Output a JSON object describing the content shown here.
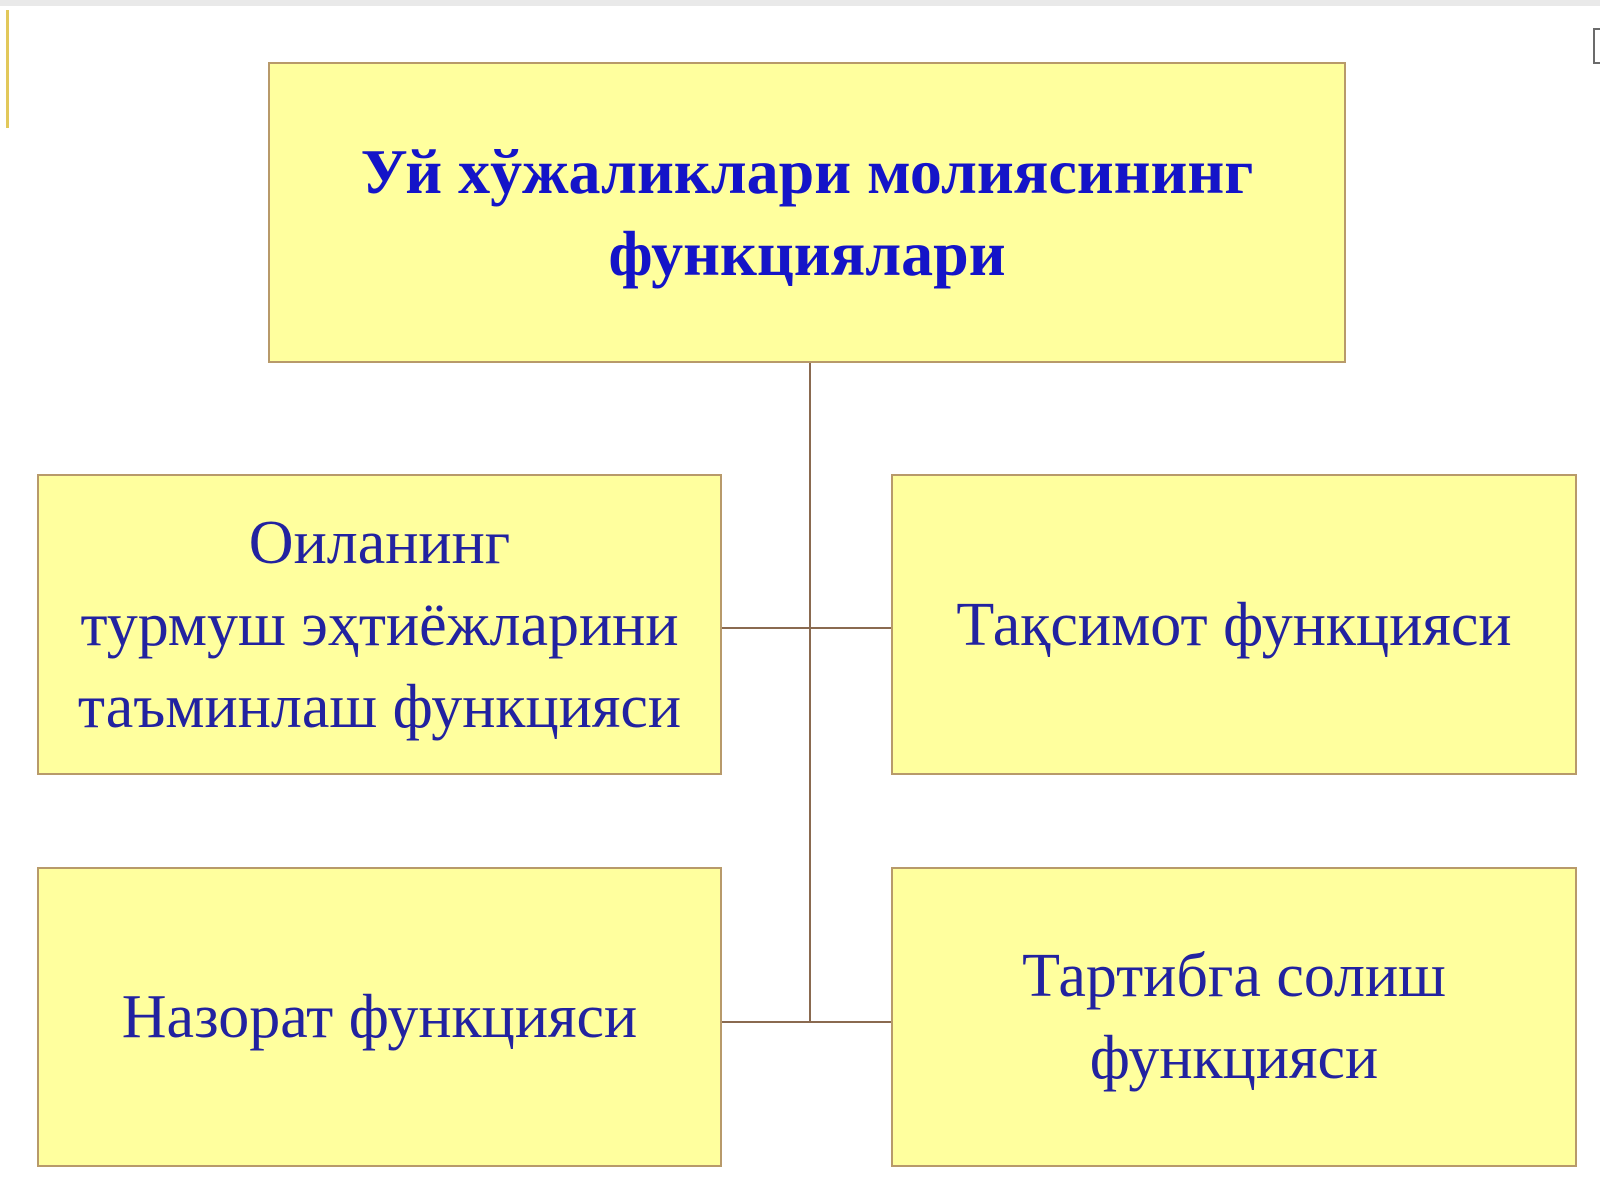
{
  "diagram": {
    "title": "Уй хўжаликлари молиясининг\nфункциялари",
    "nodes": {
      "top_left": "Оиланинг\nтурмуш эҳтиёжларини\nтаъминлаш функцияси",
      "top_right": "Тақсимот функцияси",
      "bottom_left": "Назорат функцияси",
      "bottom_right": "Тартибга солиш\nфункцияси"
    }
  },
  "colors": {
    "box_fill": "#ffff9e",
    "box_border": "#b89a6a",
    "title_text": "#1414c8",
    "node_text": "#2222a0",
    "connector": "#8a6a50"
  }
}
